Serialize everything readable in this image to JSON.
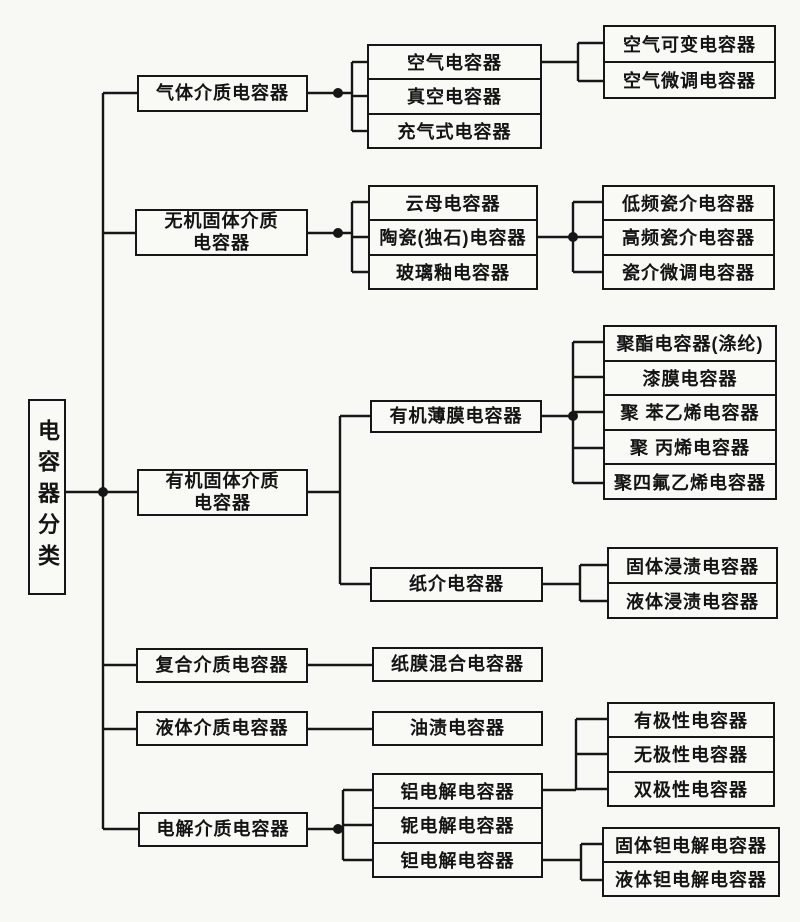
{
  "title": "电容器分类图",
  "colors": {
    "ink": "#161616",
    "paper": "#f8f8f4"
  },
  "tree": {
    "label": "电容器分类",
    "children": [
      {
        "label": "气体介质电容器",
        "children": [
          {
            "label": "空气电容器",
            "children": [
              {
                "label": "空气可变电容器"
              },
              {
                "label": "空气微调电容器"
              }
            ]
          },
          {
            "label": "真空电容器"
          },
          {
            "label": "充气式电容器"
          }
        ]
      },
      {
        "label": "无机固体介质\n电容器",
        "children": [
          {
            "label": "云母电容器"
          },
          {
            "label": "陶瓷(独石)电容器",
            "children": [
              {
                "label": "低频瓷介电容器"
              },
              {
                "label": "高频瓷介电容器"
              },
              {
                "label": "瓷介微调电容器"
              }
            ]
          },
          {
            "label": "玻璃釉电容器"
          }
        ]
      },
      {
        "label": "有机固体介质\n电容器",
        "children": [
          {
            "label": "有机薄膜电容器",
            "children": [
              {
                "label": "聚酯电容器(涤纶)"
              },
              {
                "label": "漆膜电容器"
              },
              {
                "label": "聚 苯乙烯电容器"
              },
              {
                "label": "聚 丙烯电容器"
              },
              {
                "label": "聚四氟乙烯电容器"
              }
            ]
          },
          {
            "label": "纸介电容器",
            "children": [
              {
                "label": "固体浸渍电容器"
              },
              {
                "label": "液体浸渍电容器"
              }
            ]
          }
        ]
      },
      {
        "label": "复合介质电容器",
        "children": [
          {
            "label": "纸膜混合电容器"
          }
        ]
      },
      {
        "label": "液体介质电容器",
        "children": [
          {
            "label": "油渍电容器"
          }
        ]
      },
      {
        "label": "电解介质电容器",
        "children": [
          {
            "label": "铝电解电容器",
            "children": [
              {
                "label": "有极性电容器"
              },
              {
                "label": "无极性电容器"
              },
              {
                "label": "双极性电容器"
              }
            ]
          },
          {
            "label": "铌电解电容器"
          },
          {
            "label": "钽电解电容器",
            "children": [
              {
                "label": "固体钽电解电容器"
              },
              {
                "label": "液体钽电解电容器"
              }
            ]
          }
        ]
      }
    ]
  }
}
